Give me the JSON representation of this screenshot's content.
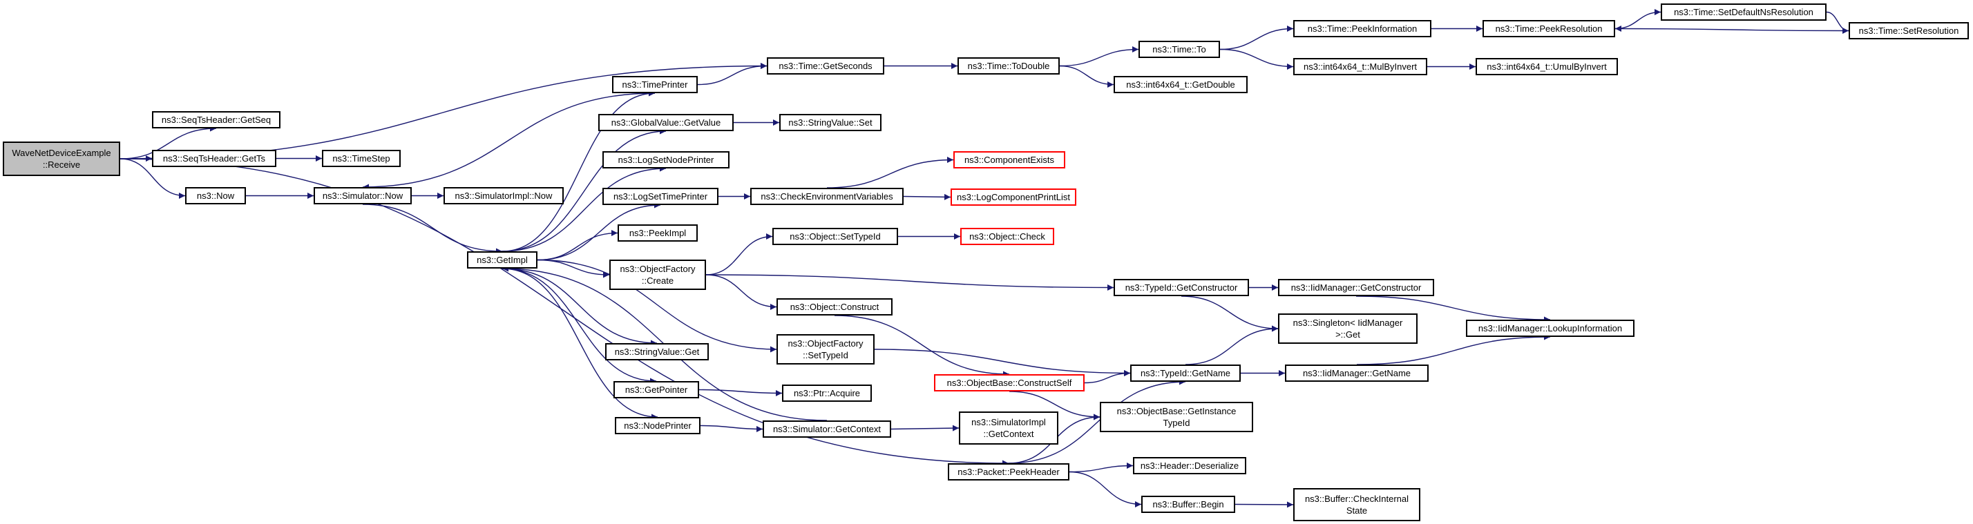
{
  "graph": {
    "title": "",
    "edge_color": "#191970",
    "node_border_color": "#000000",
    "missing_node_border_color": "#ff0000",
    "root_fill_color": "#bfbfbf",
    "root": "n_root",
    "nodes": [
      {
        "id": "n_root",
        "label": "WaveNetDeviceExample\n::Receive",
        "link": false
      },
      {
        "id": "n_getseq",
        "label": "ns3::SeqTsHeader::GetSeq",
        "link": true
      },
      {
        "id": "n_getts",
        "label": "ns3::SeqTsHeader::GetTs",
        "link": true
      },
      {
        "id": "n_timestep",
        "label": "ns3::TimeStep",
        "link": true
      },
      {
        "id": "n_now",
        "label": "ns3::Now",
        "link": true
      },
      {
        "id": "n_simnow",
        "label": "ns3::Simulator::Now",
        "link": true
      },
      {
        "id": "n_simimplnow",
        "label": "ns3::SimulatorImpl::Now",
        "link": true
      },
      {
        "id": "n_getimpl",
        "label": "ns3::GetImpl",
        "link": true
      },
      {
        "id": "n_timeprinter",
        "label": "ns3::TimePrinter",
        "link": true
      },
      {
        "id": "n_globalgetvalue",
        "label": "ns3::GlobalValue::GetValue",
        "link": true
      },
      {
        "id": "n_stringset",
        "label": "ns3::StringValue::Set",
        "link": true
      },
      {
        "id": "n_logsetnode",
        "label": "ns3::LogSetNodePrinter",
        "link": true
      },
      {
        "id": "n_logsettime",
        "label": "ns3::LogSetTimePrinter",
        "link": true
      },
      {
        "id": "n_checkenv",
        "label": "ns3::CheckEnvironmentVariables",
        "link": true
      },
      {
        "id": "n_compexists",
        "label": "ns3::ComponentExists",
        "link": false
      },
      {
        "id": "n_logcompprint",
        "label": "ns3::LogComponentPrintList",
        "link": false
      },
      {
        "id": "n_peekimpl",
        "label": "ns3::PeekImpl",
        "link": true
      },
      {
        "id": "n_ofcreate",
        "label": "ns3::ObjectFactory\n::Create",
        "link": true
      },
      {
        "id": "n_objsettypeid",
        "label": "ns3::Object::SetTypeId",
        "link": true
      },
      {
        "id": "n_objcheck",
        "label": "ns3::Object::Check",
        "link": false
      },
      {
        "id": "n_objconstruct",
        "label": "ns3::Object::Construct",
        "link": true
      },
      {
        "id": "n_stringget",
        "label": "ns3::StringValue::Get",
        "link": true
      },
      {
        "id": "n_ofsettypeid",
        "label": "ns3::ObjectFactory\n::SetTypeId",
        "link": true
      },
      {
        "id": "n_getpointer",
        "label": "ns3::GetPointer",
        "link": true
      },
      {
        "id": "n_ptracquire",
        "label": "ns3::Ptr::Acquire",
        "link": true
      },
      {
        "id": "n_nodeprinter",
        "label": "ns3::NodePrinter",
        "link": true
      },
      {
        "id": "n_simgetctx",
        "label": "ns3::Simulator::GetContext",
        "link": true
      },
      {
        "id": "n_simimplgetctx",
        "label": "ns3::SimulatorImpl\n::GetContext",
        "link": true
      },
      {
        "id": "n_getseconds",
        "label": "ns3::Time::GetSeconds",
        "link": true
      },
      {
        "id": "n_todouble",
        "label": "ns3::Time::ToDouble",
        "link": true
      },
      {
        "id": "n_timeto",
        "label": "ns3::Time::To",
        "link": true
      },
      {
        "id": "n_getdouble",
        "label": "ns3::int64x64_t::GetDouble",
        "link": true
      },
      {
        "id": "n_peekinfo",
        "label": "ns3::Time::PeekInformation",
        "link": true
      },
      {
        "id": "n_mulbyinvert",
        "label": "ns3::int64x64_t::MulByInvert",
        "link": true
      },
      {
        "id": "n_peekres",
        "label": "ns3::Time::PeekResolution",
        "link": true
      },
      {
        "id": "n_umulbyinvert",
        "label": "ns3::int64x64_t::UmulByInvert",
        "link": true
      },
      {
        "id": "n_setdefaultns",
        "label": "ns3::Time::SetDefaultNsResolution",
        "link": true
      },
      {
        "id": "n_setres",
        "label": "ns3::Time::SetResolution",
        "link": true
      },
      {
        "id": "n_objbasecs",
        "label": "ns3::ObjectBase::ConstructSelf",
        "link": false
      },
      {
        "id": "n_typeidgetname",
        "label": "ns3::TypeId::GetName",
        "link": true
      },
      {
        "id": "n_typeidgetctor",
        "label": "ns3::TypeId::GetConstructor",
        "link": true
      },
      {
        "id": "n_iidgetctor",
        "label": "ns3::IidManager::GetConstructor",
        "link": true
      },
      {
        "id": "n_singleton",
        "label": "ns3::Singleton< IidManager\n >::Get",
        "link": true
      },
      {
        "id": "n_iidlookup",
        "label": "ns3::IidManager::LookupInformation",
        "link": true
      },
      {
        "id": "n_iidgetname",
        "label": "ns3::IidManager::GetName",
        "link": true
      },
      {
        "id": "n_objbasegetinst",
        "label": "ns3::ObjectBase::GetInstance\nTypeId",
        "link": true
      },
      {
        "id": "n_peekheader",
        "label": "ns3::Packet::PeekHeader",
        "link": true
      },
      {
        "id": "n_headerdeser",
        "label": "ns3::Header::Deserialize",
        "link": true
      },
      {
        "id": "n_bufferbegin",
        "label": "ns3::Buffer::Begin",
        "link": true
      },
      {
        "id": "n_buffercheck",
        "label": "ns3::Buffer::CheckInternal\nState",
        "link": true
      }
    ],
    "edges": [
      [
        "n_root",
        "n_getseq"
      ],
      [
        "n_root",
        "n_getts"
      ],
      [
        "n_root",
        "n_now"
      ],
      [
        "n_root",
        "n_getseconds"
      ],
      [
        "n_root",
        "n_peekheader"
      ],
      [
        "n_getts",
        "n_timestep"
      ],
      [
        "n_now",
        "n_simnow"
      ],
      [
        "n_simnow",
        "n_simimplnow"
      ],
      [
        "n_simnow",
        "n_getimpl"
      ],
      [
        "n_getimpl",
        "n_timeprinter"
      ],
      [
        "n_getimpl",
        "n_globalgetvalue"
      ],
      [
        "n_getimpl",
        "n_logsetnode"
      ],
      [
        "n_getimpl",
        "n_logsettime"
      ],
      [
        "n_getimpl",
        "n_peekimpl"
      ],
      [
        "n_getimpl",
        "n_ofcreate"
      ],
      [
        "n_getimpl",
        "n_stringget"
      ],
      [
        "n_getimpl",
        "n_ofsettypeid"
      ],
      [
        "n_getimpl",
        "n_getpointer"
      ],
      [
        "n_getimpl",
        "n_nodeprinter"
      ],
      [
        "n_timeprinter",
        "n_simnow"
      ],
      [
        "n_timeprinter",
        "n_getseconds"
      ],
      [
        "n_globalgetvalue",
        "n_stringset"
      ],
      [
        "n_logsettime",
        "n_checkenv"
      ],
      [
        "n_checkenv",
        "n_compexists"
      ],
      [
        "n_checkenv",
        "n_logcompprint"
      ],
      [
        "n_ofcreate",
        "n_objsettypeid"
      ],
      [
        "n_ofcreate",
        "n_objconstruct"
      ],
      [
        "n_ofcreate",
        "n_typeidgetctor"
      ],
      [
        "n_objsettypeid",
        "n_objcheck"
      ],
      [
        "n_objconstruct",
        "n_objbasecs"
      ],
      [
        "n_ofsettypeid",
        "n_typeidgetname"
      ],
      [
        "n_getpointer",
        "n_ptracquire"
      ],
      [
        "n_nodeprinter",
        "n_simgetctx"
      ],
      [
        "n_simgetctx",
        "n_simimplgetctx"
      ],
      [
        "n_simgetctx",
        "n_getimpl"
      ],
      [
        "n_getseconds",
        "n_todouble"
      ],
      [
        "n_todouble",
        "n_timeto"
      ],
      [
        "n_todouble",
        "n_getdouble"
      ],
      [
        "n_timeto",
        "n_peekinfo"
      ],
      [
        "n_timeto",
        "n_mulbyinvert"
      ],
      [
        "n_peekinfo",
        "n_peekres"
      ],
      [
        "n_mulbyinvert",
        "n_umulbyinvert"
      ],
      [
        "n_peekres",
        "n_setdefaultns"
      ],
      [
        "n_setdefaultns",
        "n_setres"
      ],
      [
        "n_setres",
        "n_peekres"
      ],
      [
        "n_objbasecs",
        "n_typeidgetname"
      ],
      [
        "n_objbasecs",
        "n_objbasegetinst"
      ],
      [
        "n_typeidgetctor",
        "n_iidgetctor"
      ],
      [
        "n_typeidgetctor",
        "n_singleton"
      ],
      [
        "n_iidgetctor",
        "n_iidlookup"
      ],
      [
        "n_typeidgetname",
        "n_singleton"
      ],
      [
        "n_typeidgetname",
        "n_iidgetname"
      ],
      [
        "n_iidgetname",
        "n_iidlookup"
      ],
      [
        "n_peekheader",
        "n_typeidgetname"
      ],
      [
        "n_peekheader",
        "n_objbasegetinst"
      ],
      [
        "n_peekheader",
        "n_headerdeser"
      ],
      [
        "n_peekheader",
        "n_bufferbegin"
      ],
      [
        "n_bufferbegin",
        "n_buffercheck"
      ]
    ]
  }
}
